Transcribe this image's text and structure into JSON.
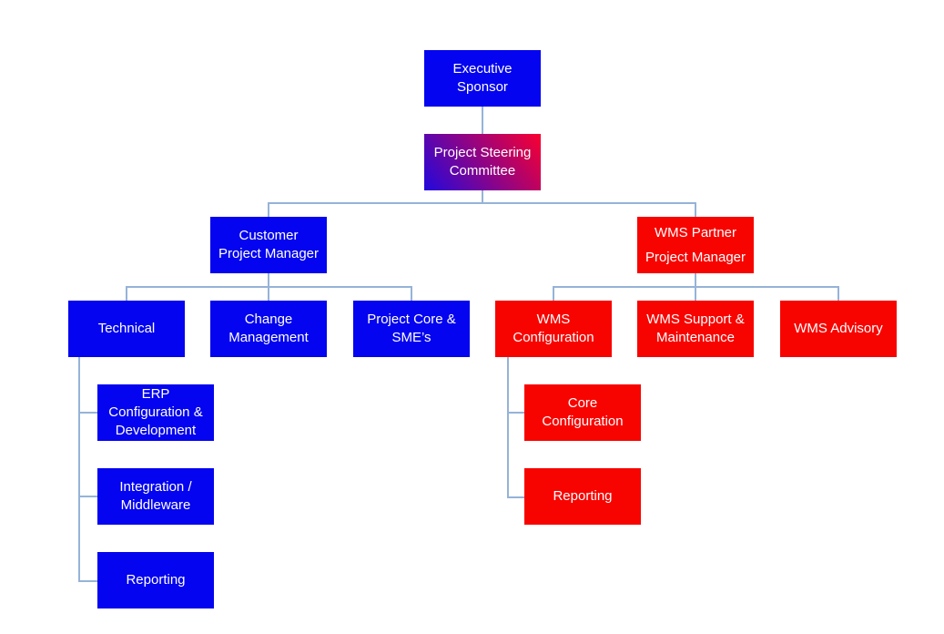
{
  "diagram": {
    "type": "org-chart",
    "colors": {
      "blue": "#0404f0",
      "red": "#f80400",
      "gradient_start": "#2208dc",
      "gradient_end": "#fa0030",
      "line": "#95b3d7",
      "text": "#ffffff"
    },
    "nodes": [
      {
        "id": "exec",
        "label": "Executive\nSponsor",
        "color": "blue",
        "parent": null
      },
      {
        "id": "steering",
        "label": "Project Steering\nCommittee",
        "color": "gradient",
        "parent": "exec"
      },
      {
        "id": "customer-pm",
        "label": "Customer\nProject Manager",
        "color": "blue",
        "parent": "steering"
      },
      {
        "id": "wms-pm",
        "label": "WMS Partner\nProject Manager",
        "color": "red",
        "parent": "steering"
      },
      {
        "id": "technical",
        "label": "Technical",
        "color": "blue",
        "parent": "customer-pm"
      },
      {
        "id": "change",
        "label": "Change\nManagement",
        "color": "blue",
        "parent": "customer-pm"
      },
      {
        "id": "core-sme",
        "label": "Project Core &\nSME’s",
        "color": "blue",
        "parent": "customer-pm"
      },
      {
        "id": "wms-config",
        "label": "WMS\nConfiguration",
        "color": "red",
        "parent": "wms-pm"
      },
      {
        "id": "wms-support",
        "label": "WMS Support &\nMaintenance",
        "color": "red",
        "parent": "wms-pm"
      },
      {
        "id": "wms-advisory",
        "label": "WMS Advisory",
        "color": "red",
        "parent": "wms-pm"
      },
      {
        "id": "erp",
        "label": "ERP\nConfiguration &\nDevelopment",
        "color": "blue",
        "parent": "technical"
      },
      {
        "id": "integration",
        "label": "Integration /\nMiddleware",
        "color": "blue",
        "parent": "technical"
      },
      {
        "id": "reporting-tech",
        "label": "Reporting",
        "color": "blue",
        "parent": "technical"
      },
      {
        "id": "core-config",
        "label": "Core\nConfiguration",
        "color": "red",
        "parent": "wms-config"
      },
      {
        "id": "reporting-wms",
        "label": "Reporting",
        "color": "red",
        "parent": "wms-config"
      }
    ]
  }
}
